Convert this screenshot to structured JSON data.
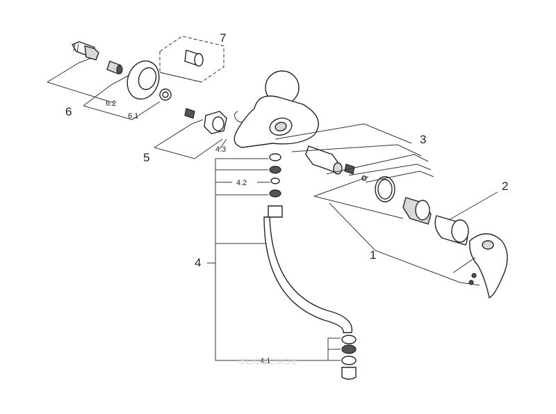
{
  "diagram": {
    "labels": {
      "l1": "1",
      "l2": "2",
      "l3": "3",
      "l4": "4",
      "l4_1": "4.1",
      "l4_2": "4.2",
      "l4_3": "4.3",
      "l5": "5",
      "l6": "6",
      "l6_1": "6.1",
      "l6_2": "6.2",
      "l7": "7"
    },
    "watermark": "©UNIDOMO®"
  }
}
